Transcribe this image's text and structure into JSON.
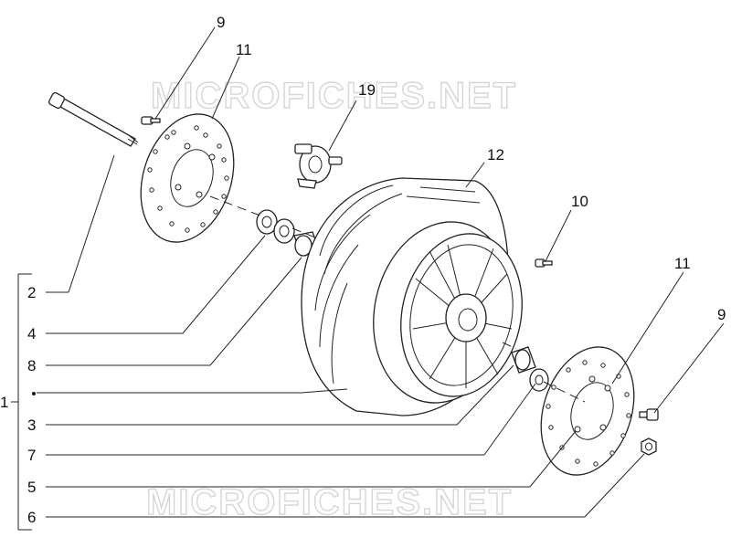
{
  "watermark": "MICROFICHES.NET",
  "callouts": {
    "c1": "1",
    "c2": "2",
    "c3": "3",
    "c4": "4",
    "c5": "5",
    "c6": "6",
    "c7": "7",
    "c8": "8",
    "c9a": "9",
    "c9b": "9",
    "c10": "10",
    "c11a": "11",
    "c11b": "11",
    "c12": "12",
    "c19": "19"
  }
}
